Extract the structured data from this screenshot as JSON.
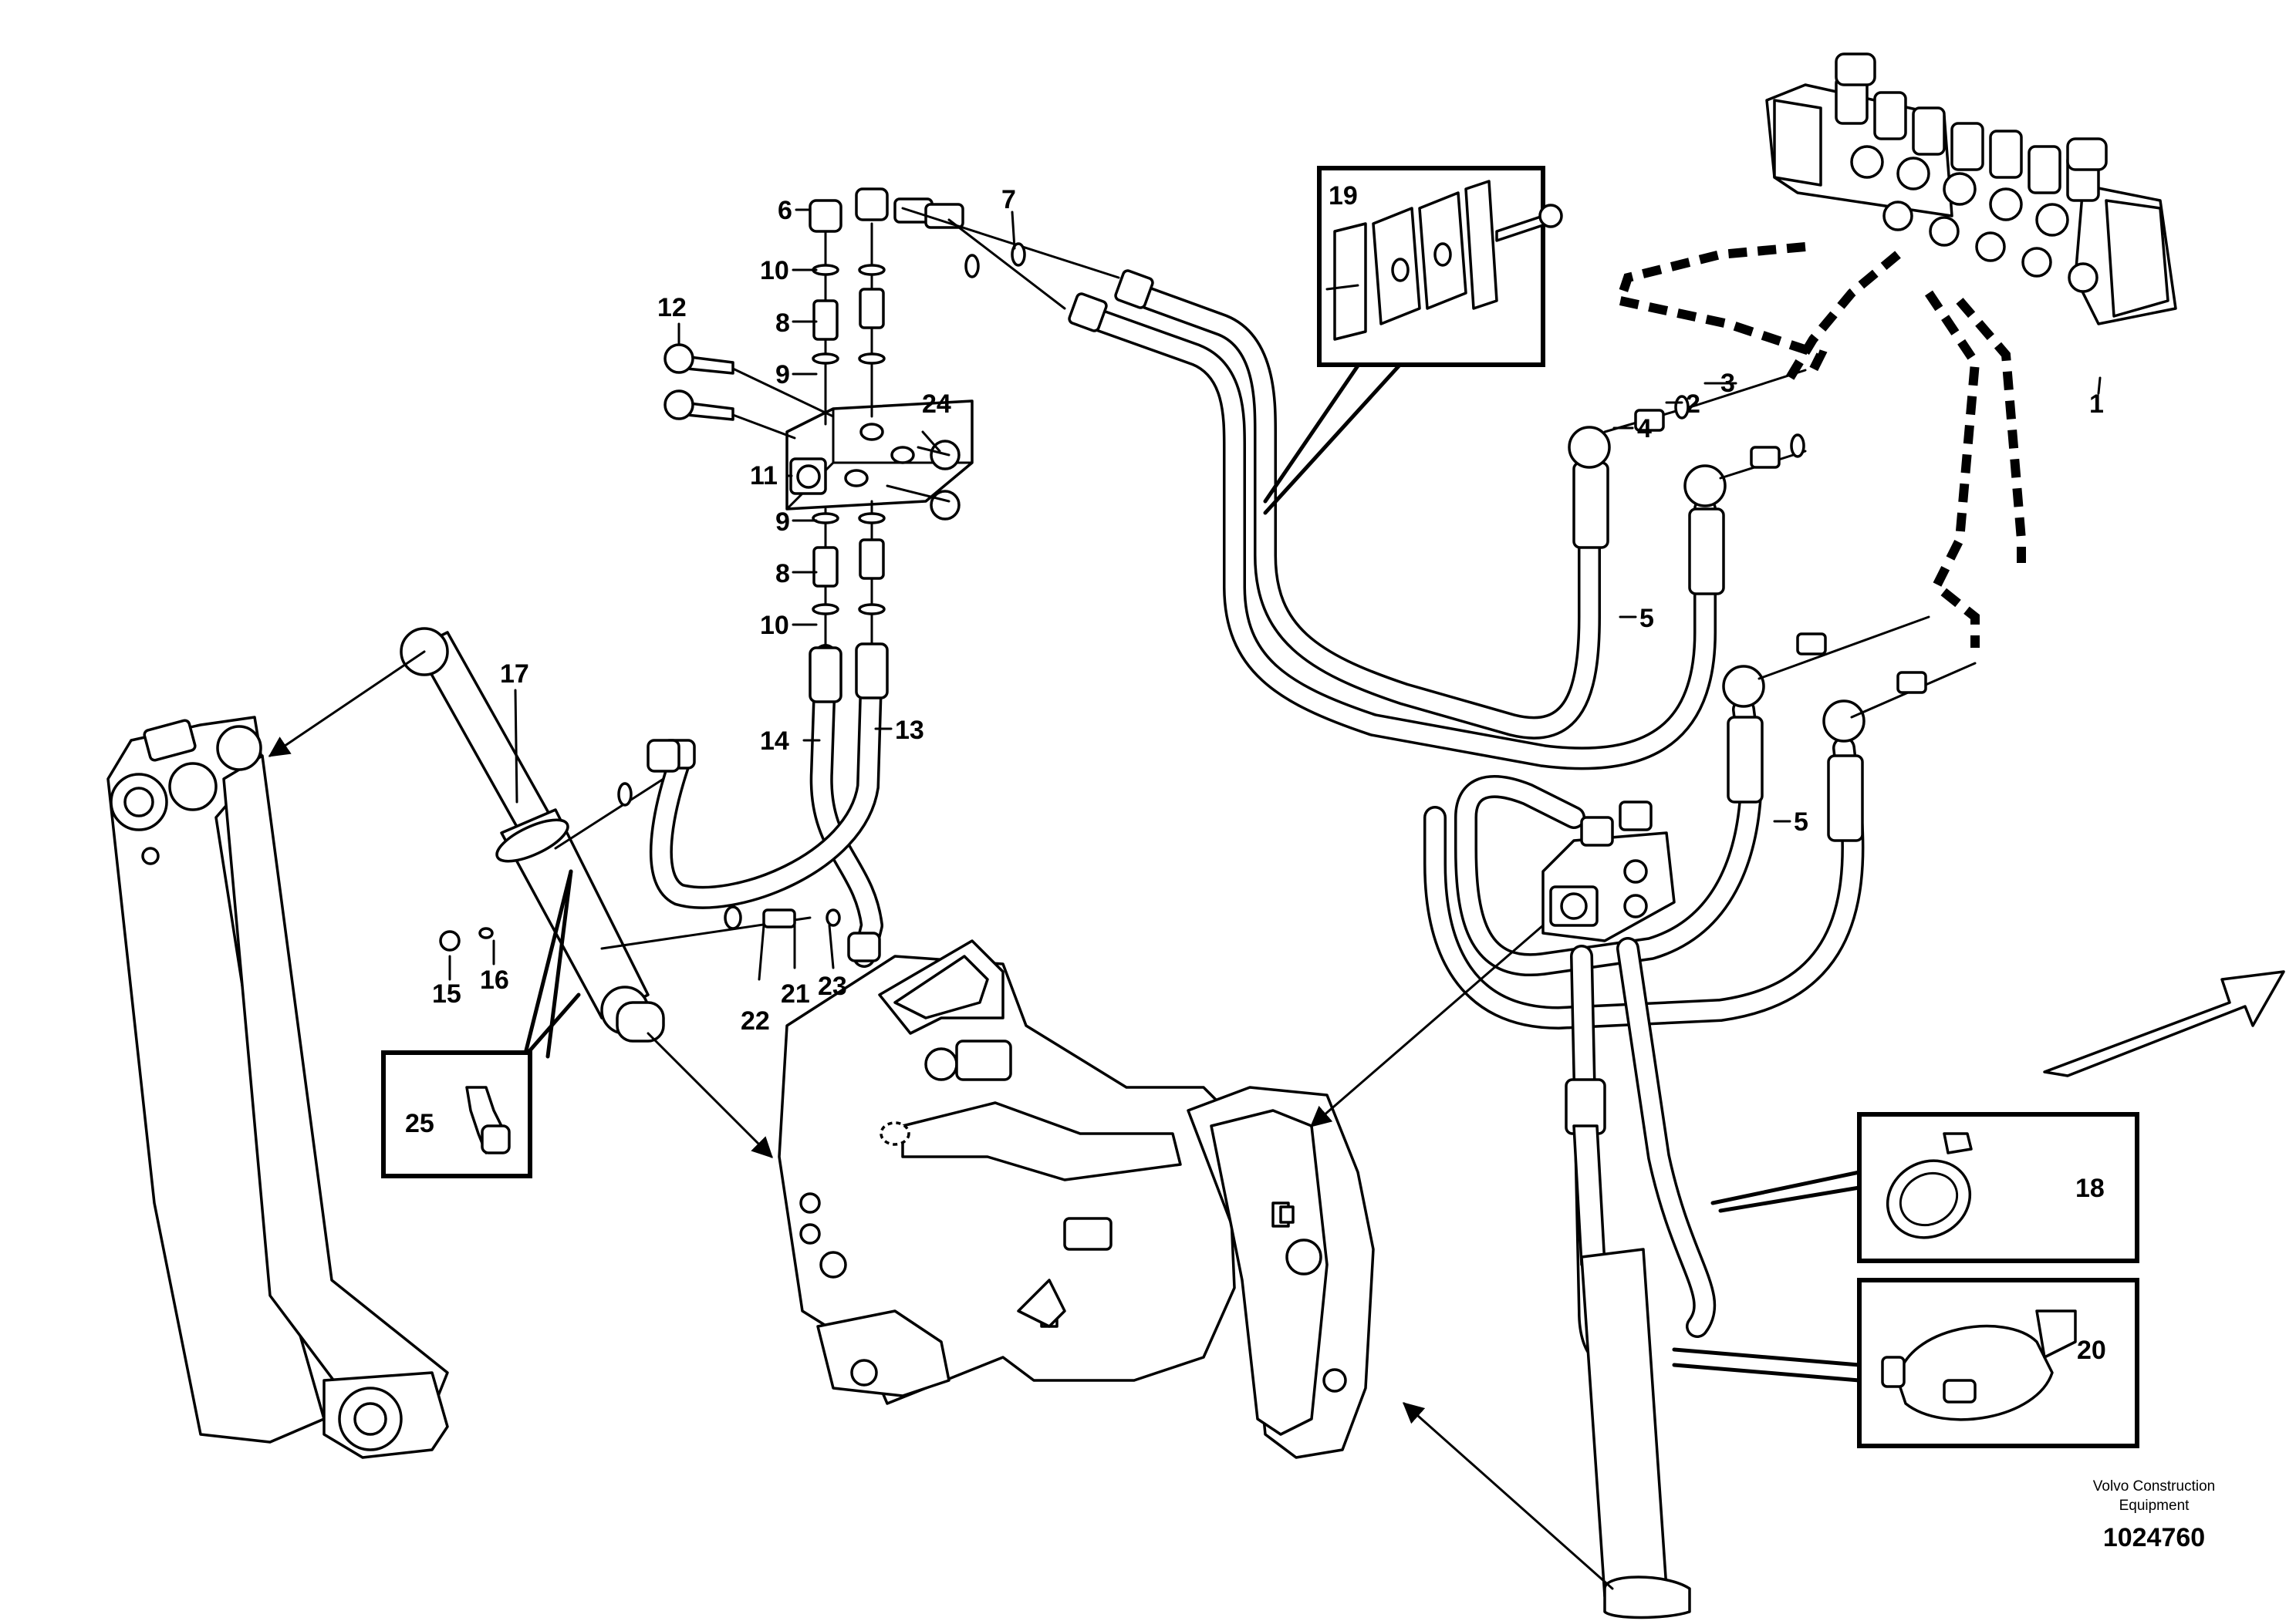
{
  "diagram": {
    "part_labels": {
      "p1": "1",
      "p2": "2",
      "p3": "3",
      "p4": "4",
      "p5a": "5",
      "p5b": "5",
      "p6": "6",
      "p7": "7",
      "p8a": "8",
      "p8b": "8",
      "p9a": "9",
      "p9b": "9",
      "p10a": "10",
      "p10b": "10",
      "p11": "11",
      "p12": "12",
      "p13": "13",
      "p14": "14",
      "p15": "15",
      "p16": "16",
      "p17": "17",
      "p18": "18",
      "p19": "19",
      "p20": "20",
      "p21": "21",
      "p22": "22",
      "p23": "23",
      "p24": "24",
      "p25": "25"
    },
    "brand_line1": "Volvo Construction",
    "brand_line2": "Equipment",
    "document_number": "1024760"
  }
}
